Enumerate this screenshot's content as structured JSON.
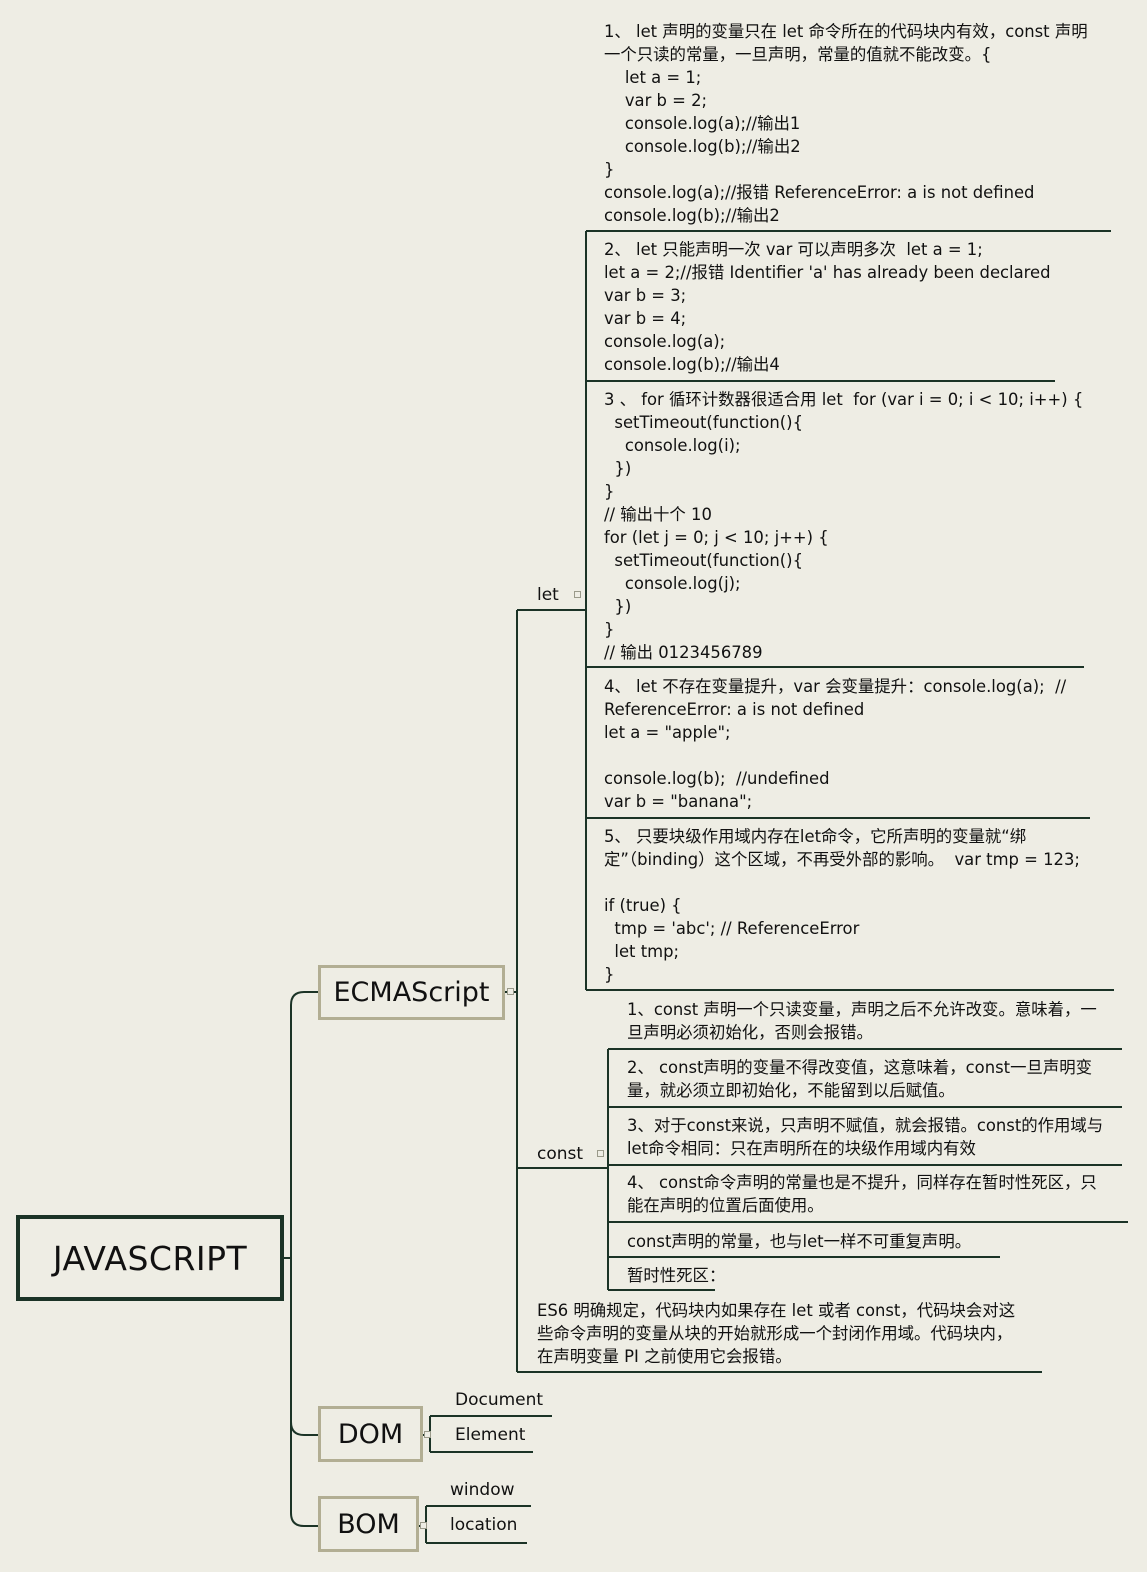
{
  "root": {
    "label": "JAVASCRIPT"
  },
  "ecmascript": {
    "label": "ECMAScript",
    "let": {
      "label": "let",
      "items": [
        "1、 let 声明的变量只在 let 命令所在的代码块内有效，const 声明\n一个只读的常量，一旦声明，常量的值就不能改变。{\n    let a = 1;\n    var b = 2;\n    console.log(a);//输出1\n    console.log(b);//输出2\n}\nconsole.log(a);//报错 ReferenceError: a is not defined\nconsole.log(b);//输出2",
        "2、 let 只能声明一次 var 可以声明多次  let a = 1;\nlet a = 2;//报错 Identifier 'a' has already been declared\nvar b = 3;\nvar b = 4;\nconsole.log(a);\nconsole.log(b);//输出4",
        "3 、 for 循环计数器很适合用 let  for (var i = 0; i < 10; i++) {\n  setTimeout(function(){\n    console.log(i);\n  })\n}\n// 输出十个 10\nfor (let j = 0; j < 10; j++) {\n  setTimeout(function(){\n    console.log(j);\n  })\n}\n// 输出 0123456789",
        "4、 let 不存在变量提升，var 会变量提升：console.log(a);  //\nReferenceError: a is not defined\nlet a = \"apple\";\n\nconsole.log(b);  //undefined\nvar b = \"banana\";",
        "5、 只要块级作用域内存在let命令，它所声明的变量就“绑\n定”（binding）这个区域，不再受外部的影响。  var tmp = 123;\n\nif (true) {\n  tmp = 'abc'; // ReferenceError\n  let tmp;\n}"
      ]
    },
    "const": {
      "label": "const",
      "items": [
        "1、const 声明一个只读变量，声明之后不允许改变。意味着，一\n旦声明必须初始化，否则会报错。",
        "2、 const声明的变量不得改变值，这意味着，const一旦声明变\n量，就必须立即初始化，不能留到以后赋值。",
        "3、对于const来说，只声明不赋值，就会报错。const的作用域与\nlet命令相同：只在声明所在的块级作用域内有效",
        "4、 const命令声明的常量也是不提升，同样存在暂时性死区，只\n能在声明的位置后面使用。",
        "const声明的常量，也与let一样不可重复声明。",
        "暂时性死区："
      ]
    },
    "tdz_note": "ES6 明确规定，代码块内如果存在 let 或者 const，代码块会对这\n些命令声明的变量从块的开始就形成一个封闭作用域。代码块内，\n在声明变量 PI 之前使用它会报错。"
  },
  "dom": {
    "label": "DOM",
    "children": [
      "Document",
      "Element"
    ]
  },
  "bom": {
    "label": "BOM",
    "children": [
      "window",
      "location"
    ]
  },
  "colors": {
    "line": "#1b3326",
    "box_border": "#b2ae93",
    "background": "#eeede4"
  }
}
